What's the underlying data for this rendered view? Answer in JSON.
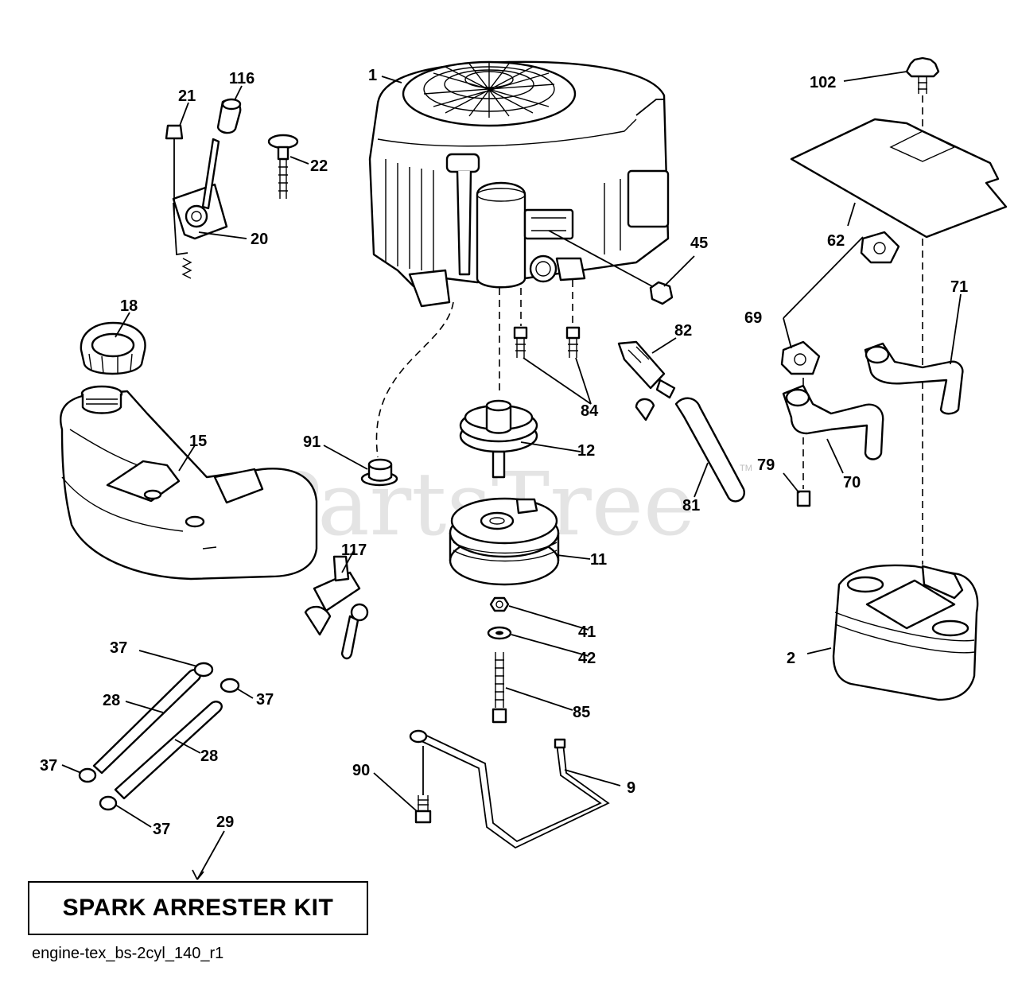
{
  "watermark": {
    "text": "PartsTree",
    "trademark": "TM"
  },
  "callouts": {
    "c1": "1",
    "c2": "2",
    "c9": "9",
    "c11": "11",
    "c12": "12",
    "c15": "15",
    "c18": "18",
    "c20": "20",
    "c21": "21",
    "c22": "22",
    "c28a": "28",
    "c28b": "28",
    "c29": "29",
    "c37a": "37",
    "c37b": "37",
    "c37c": "37",
    "c37d": "37",
    "c41": "41",
    "c42": "42",
    "c45": "45",
    "c62": "62",
    "c69": "69",
    "c70": "70",
    "c71": "71",
    "c79": "79",
    "c81": "81",
    "c82": "82",
    "c84": "84",
    "c85": "85",
    "c90": "90",
    "c91": "91",
    "c102": "102",
    "c116": "116",
    "c117": "117"
  },
  "kit_label": "SPARK ARRESTER KIT",
  "caption": "engine-tex_bs-2cyl_140_r1"
}
